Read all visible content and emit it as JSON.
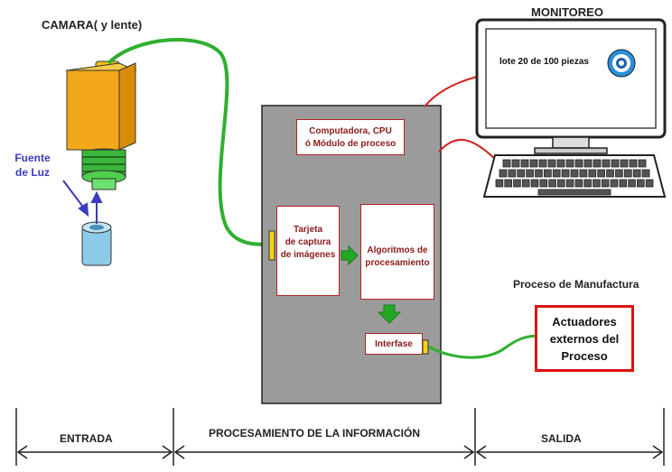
{
  "labels": {
    "camera": "CAMARA( y lente)",
    "light_line1": "Fuente",
    "light_line2": "de Luz",
    "monitor_title": "MONITOREO",
    "monitor_screen": "lote 20 de 100 piezas",
    "cpu": [
      "Computadora, CPU",
      "ó Módulo de proceso"
    ],
    "capture_card": [
      "Tarjeta",
      "de captura",
      "de imágenes"
    ],
    "algorithms": [
      "Algoritmos de",
      "procesamiento"
    ],
    "interface": "Interfase",
    "process_title": "Proceso de Manufactura",
    "actuators": [
      "Actuadores",
      "externos del",
      "Proceso"
    ]
  },
  "sections": {
    "input": "ENTRADA",
    "processing": "PROCESAMIENTO DE LA INFORMACIÓN",
    "output": "SALIDA"
  },
  "colors": {
    "camera_body": "#f3a81a",
    "lens": "#3cb53c",
    "cable_green": "#2fb02f",
    "cable_red": "#d42020",
    "cpu_case": "#9b9b9b",
    "light_source": "#8ccbe8",
    "arrow_blue": "#3b3bbf",
    "arrow_green": "#22a822",
    "border_red": "#b22222",
    "actuator_border": "#e01010"
  },
  "icons": [
    "camera-icon",
    "light-source-icon",
    "monitor-icon",
    "keyboard-icon",
    "target-icon",
    "arrow-icon"
  ]
}
